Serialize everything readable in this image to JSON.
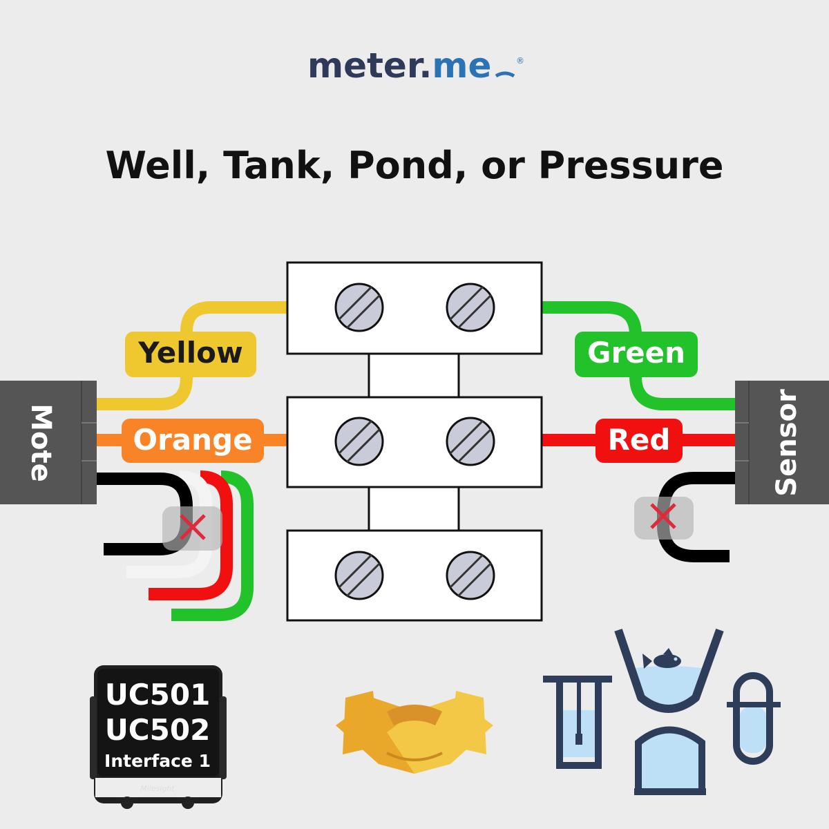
{
  "header": {
    "logo_main": "meter.",
    "logo_accent": "me",
    "logo_mark": "®",
    "title": "Well, Tank, Pond, or Pressure"
  },
  "mote": {
    "label": "Mote"
  },
  "sensor": {
    "label": "Sensor"
  },
  "wires": {
    "yellow": {
      "label": "Yellow",
      "color": "#efc72f"
    },
    "orange": {
      "label": "Orange",
      "color": "#f98427"
    },
    "green": {
      "label": "Green",
      "color": "#22c22b"
    },
    "red": {
      "label": "Red",
      "color": "#f11010"
    }
  },
  "device": {
    "model_1": "UC501",
    "model_2": "UC502",
    "interface": "Interface 1",
    "brand": "Milesight"
  },
  "colors": {
    "background": "#ececec",
    "logo": "#2f3a5a",
    "logo_accent": "#2b73b5",
    "connector": "#555555",
    "terminal_screw": "#c9ccd8",
    "icon_stroke": "#2e3d5a",
    "icon_water": "#bde0f7",
    "x_mark": "#e0293a"
  },
  "icons": [
    "terminal-block-icon",
    "handshake-icon",
    "fish-icon",
    "well-icon",
    "pond-icon",
    "tank-icon",
    "pressure-icon",
    "disconnect-x-icon"
  ]
}
